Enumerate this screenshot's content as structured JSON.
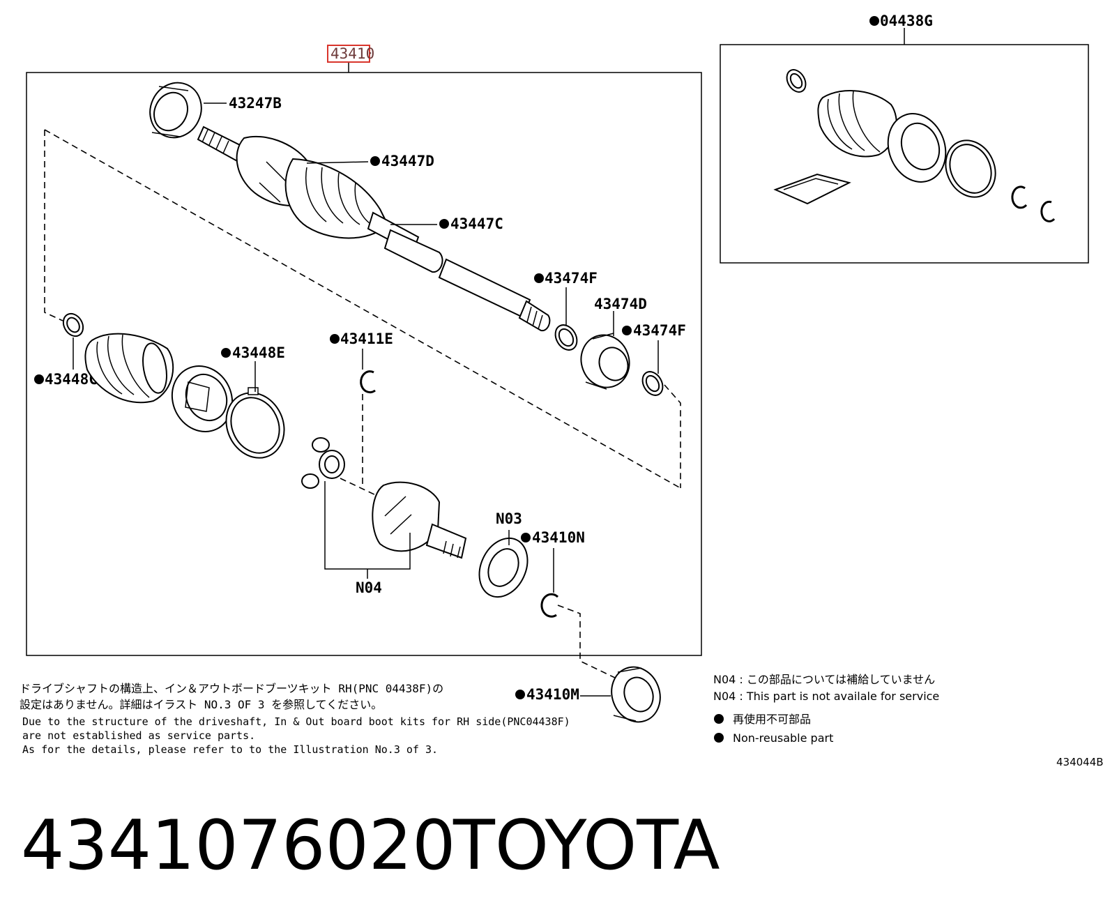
{
  "diagram": {
    "main_group_label": "43410",
    "kit_group_label": "04438G",
    "part_labels": {
      "p43247B": "43247B",
      "p43447D": "43447D",
      "p43447C": "43447C",
      "p43474F_a": "43474F",
      "p43474D": "43474D",
      "p43474F_b": "43474F",
      "p43448E": "43448E",
      "p43448C": "43448C",
      "p43411E": "43411E",
      "pN03": "N03",
      "p43410N": "43410N",
      "pN04": "N04",
      "p43410M": "43410M"
    },
    "notes_jp": [
      "ドライブシャフトの構造上、イン＆アウトボードブーツキット RH(PNC 04438F)の",
      "設定はありません。詳細はイラスト NO.3 OF 3 を参照してください。"
    ],
    "notes_en": [
      "Due to the structure of the driveshaft, In & Out board  boot kits for RH side(PNC04438F)",
      "are not established as service parts.",
      "As for the details, please refer to to the Illustration No.3 of 3."
    ],
    "legend": [
      "N04 :  この部品については補給していません",
      "N04 :  This part is not availale for service",
      "再使用不可部品",
      "Non-reusable part"
    ],
    "illustration_code": "434044B"
  },
  "caption": {
    "part_number": "4341076020",
    "brand": "TOYOTA"
  },
  "colors": {
    "highlight_box": "#d9342b",
    "line": "#000000",
    "background": "#ffffff"
  }
}
